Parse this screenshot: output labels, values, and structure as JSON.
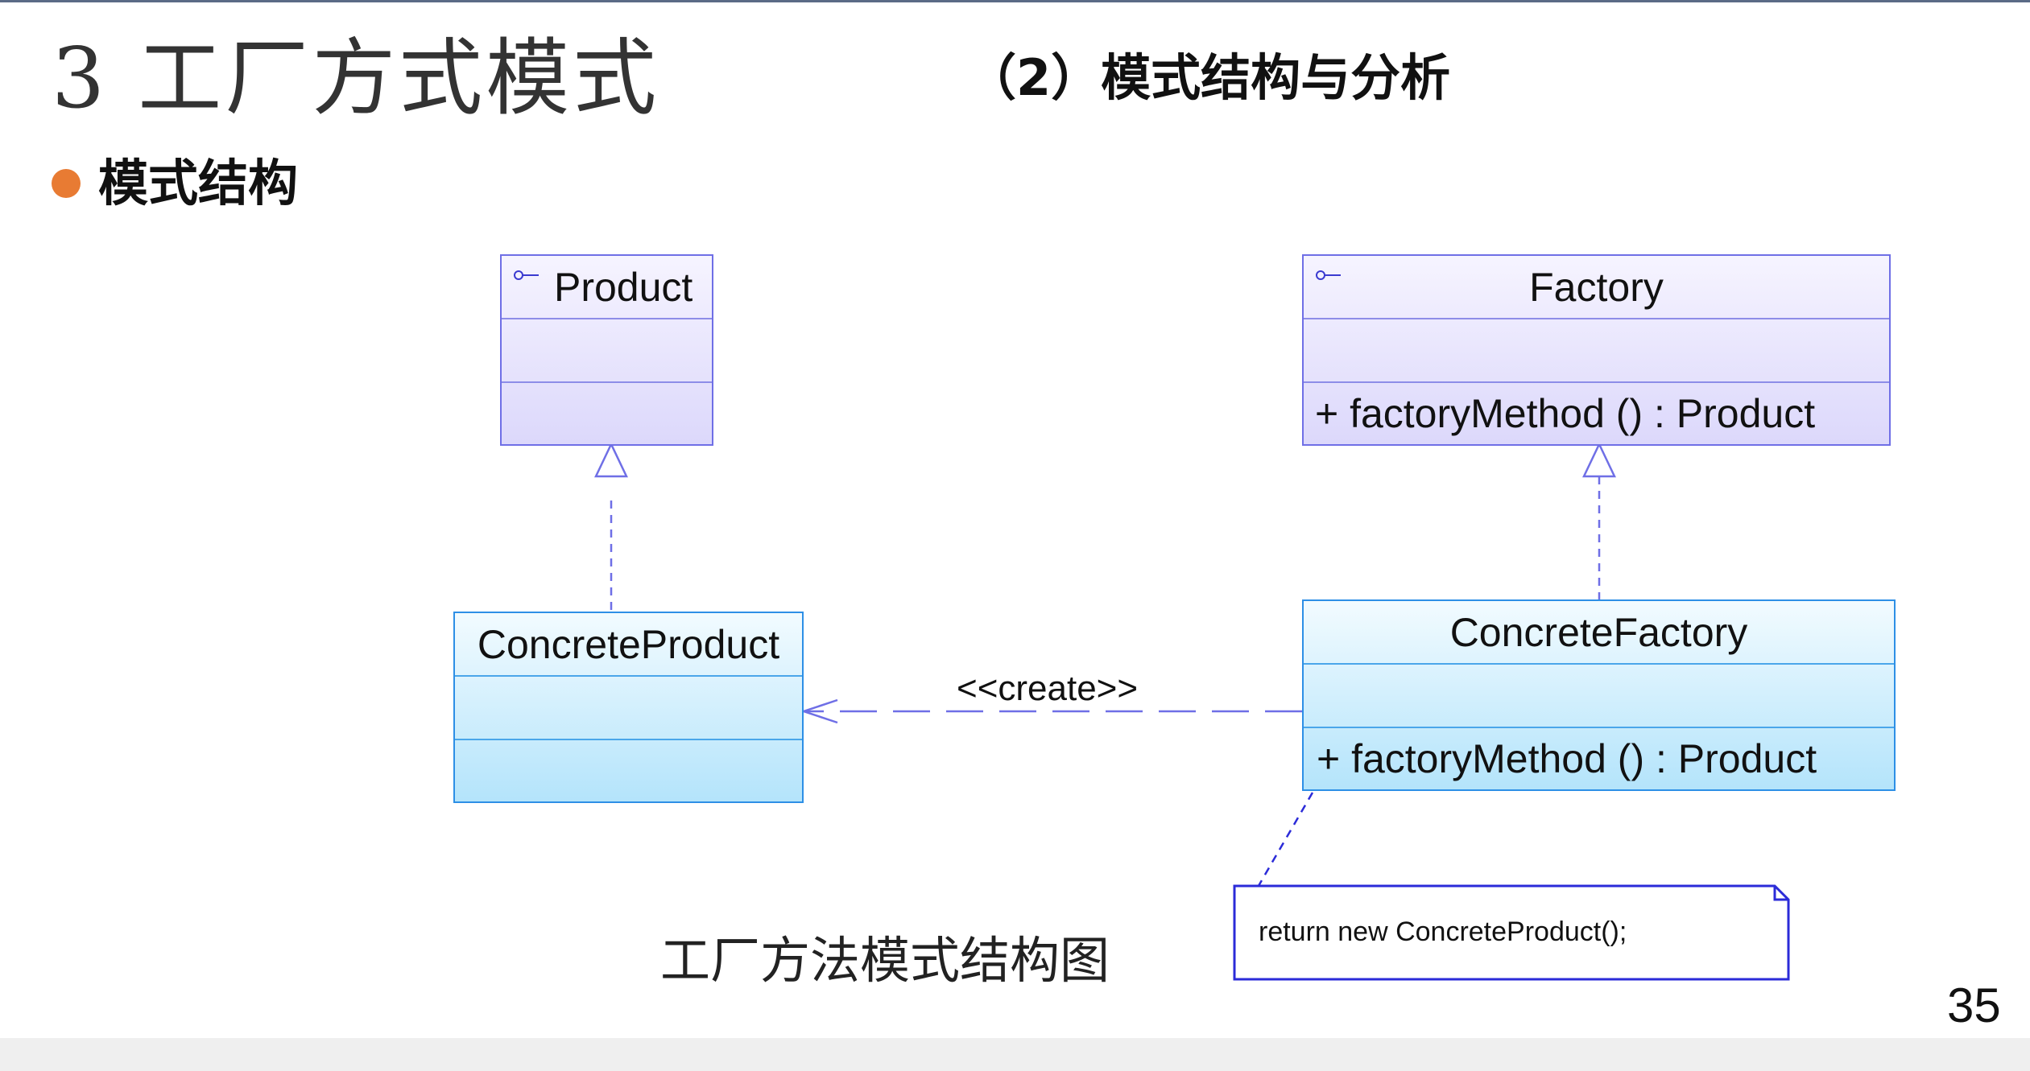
{
  "slide": {
    "title": "3 工厂方式模式",
    "section_title": "（2）模式结构与分析",
    "bullet": "模式结构",
    "caption": "工厂方法模式结构图",
    "page_number": "35"
  },
  "diagram": {
    "classes": {
      "product": {
        "name": "Product",
        "kind": "interface"
      },
      "factory": {
        "name": "Factory",
        "kind": "interface",
        "operation": "+  factoryMethod ()  : Product"
      },
      "concrete_product": {
        "name": "ConcreteProduct",
        "kind": "class"
      },
      "concrete_factory": {
        "name": "ConcreteFactory",
        "kind": "class",
        "operation": "+  factoryMethod ()  : Product"
      }
    },
    "relations": {
      "create_label": "<<create>>"
    },
    "note": {
      "text": "return new ConcreteProduct();"
    }
  },
  "colors": {
    "interface_fill": "#dcd8fb",
    "class_fill": "#b4e4fb",
    "bullet": "#e87b33"
  }
}
